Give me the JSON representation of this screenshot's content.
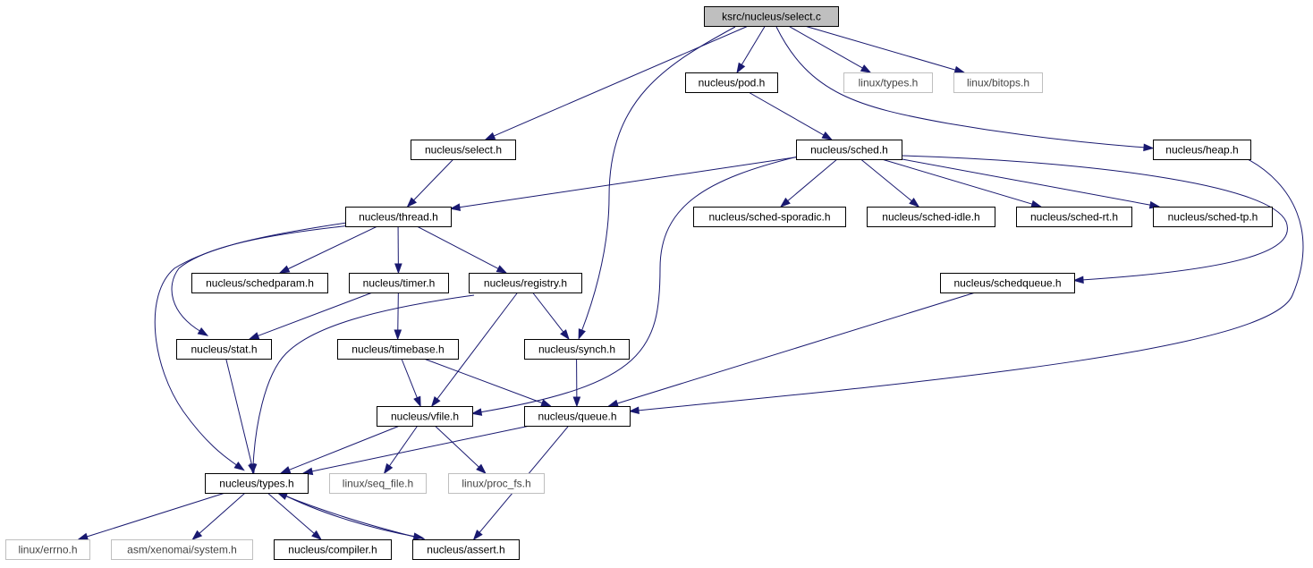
{
  "graph": {
    "edge_color": "#191970",
    "nodes": {
      "select_c": {
        "label": "ksrc/nucleus/select.c",
        "kind": "root"
      },
      "pod_h": {
        "label": "nucleus/pod.h",
        "kind": "local"
      },
      "linux_types_h": {
        "label": "linux/types.h",
        "kind": "external"
      },
      "linux_bitops_h": {
        "label": "linux/bitops.h",
        "kind": "external"
      },
      "select_h": {
        "label": "nucleus/select.h",
        "kind": "local"
      },
      "sched_h": {
        "label": "nucleus/sched.h",
        "kind": "local"
      },
      "heap_h": {
        "label": "nucleus/heap.h",
        "kind": "local"
      },
      "thread_h": {
        "label": "nucleus/thread.h",
        "kind": "local"
      },
      "sched_sporadic_h": {
        "label": "nucleus/sched-sporadic.h",
        "kind": "local"
      },
      "sched_idle_h": {
        "label": "nucleus/sched-idle.h",
        "kind": "local"
      },
      "sched_rt_h": {
        "label": "nucleus/sched-rt.h",
        "kind": "local"
      },
      "sched_tp_h": {
        "label": "nucleus/sched-tp.h",
        "kind": "local"
      },
      "schedparam_h": {
        "label": "nucleus/schedparam.h",
        "kind": "local"
      },
      "timer_h": {
        "label": "nucleus/timer.h",
        "kind": "local"
      },
      "registry_h": {
        "label": "nucleus/registry.h",
        "kind": "local"
      },
      "schedqueue_h": {
        "label": "nucleus/schedqueue.h",
        "kind": "local"
      },
      "stat_h": {
        "label": "nucleus/stat.h",
        "kind": "local"
      },
      "timebase_h": {
        "label": "nucleus/timebase.h",
        "kind": "local"
      },
      "synch_h": {
        "label": "nucleus/synch.h",
        "kind": "local"
      },
      "vfile_h": {
        "label": "nucleus/vfile.h",
        "kind": "local"
      },
      "queue_h": {
        "label": "nucleus/queue.h",
        "kind": "local"
      },
      "types_h": {
        "label": "nucleus/types.h",
        "kind": "local"
      },
      "seq_file_h": {
        "label": "linux/seq_file.h",
        "kind": "external"
      },
      "proc_fs_h": {
        "label": "linux/proc_fs.h",
        "kind": "external"
      },
      "errno_h": {
        "label": "linux/errno.h",
        "kind": "external"
      },
      "asm_system_h": {
        "label": "asm/xenomai/system.h",
        "kind": "external"
      },
      "compiler_h": {
        "label": "nucleus/compiler.h",
        "kind": "local"
      },
      "assert_h": {
        "label": "nucleus/assert.h",
        "kind": "local"
      }
    },
    "edges": [
      [
        "select_c",
        "select_h"
      ],
      [
        "select_c",
        "synch_h"
      ],
      [
        "select_c",
        "pod_h"
      ],
      [
        "select_c",
        "heap_h"
      ],
      [
        "select_c",
        "linux_types_h"
      ],
      [
        "select_c",
        "linux_bitops_h"
      ],
      [
        "pod_h",
        "sched_h"
      ],
      [
        "select_h",
        "thread_h"
      ],
      [
        "heap_h",
        "queue_h"
      ],
      [
        "sched_h",
        "thread_h"
      ],
      [
        "sched_h",
        "vfile_h"
      ],
      [
        "sched_h",
        "sched_sporadic_h"
      ],
      [
        "sched_h",
        "sched_idle_h"
      ],
      [
        "sched_h",
        "sched_rt_h"
      ],
      [
        "sched_h",
        "sched_tp_h"
      ],
      [
        "sched_h",
        "schedqueue_h"
      ],
      [
        "thread_h",
        "types_h"
      ],
      [
        "thread_h",
        "stat_h"
      ],
      [
        "thread_h",
        "schedparam_h"
      ],
      [
        "thread_h",
        "timer_h"
      ],
      [
        "thread_h",
        "registry_h"
      ],
      [
        "timer_h",
        "stat_h"
      ],
      [
        "timer_h",
        "timebase_h"
      ],
      [
        "registry_h",
        "types_h"
      ],
      [
        "registry_h",
        "vfile_h"
      ],
      [
        "registry_h",
        "synch_h"
      ],
      [
        "schedqueue_h",
        "queue_h"
      ],
      [
        "stat_h",
        "types_h"
      ],
      [
        "timebase_h",
        "vfile_h"
      ],
      [
        "timebase_h",
        "queue_h"
      ],
      [
        "synch_h",
        "queue_h"
      ],
      [
        "vfile_h",
        "types_h"
      ],
      [
        "vfile_h",
        "seq_file_h"
      ],
      [
        "vfile_h",
        "proc_fs_h"
      ],
      [
        "queue_h",
        "types_h"
      ],
      [
        "queue_h",
        "assert_h"
      ],
      [
        "types_h",
        "errno_h"
      ],
      [
        "types_h",
        "asm_system_h"
      ],
      [
        "types_h",
        "compiler_h"
      ],
      [
        "types_h",
        "assert_h"
      ],
      [
        "assert_h",
        "types_h"
      ]
    ]
  }
}
